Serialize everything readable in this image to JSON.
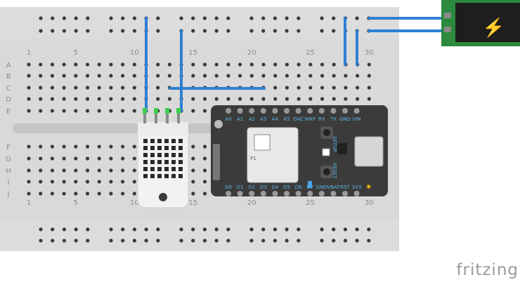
{
  "brand": "fritzing",
  "breadboard": {
    "column_numbers": [
      "1",
      "5",
      "10",
      "15",
      "20",
      "25",
      "30"
    ],
    "row_letters_top": [
      "A",
      "B",
      "C",
      "D",
      "E"
    ],
    "row_letters_bottom": [
      "F",
      "G",
      "H",
      "I",
      "J"
    ]
  },
  "board": {
    "top_pins": [
      "A0",
      "A1",
      "A2",
      "A3",
      "A4",
      "A5",
      "DAC",
      "WKP",
      "RX",
      "TX",
      "GND",
      "VIN"
    ],
    "bottom_pins": [
      "D0",
      "D1",
      "D2",
      "D3",
      "D4",
      "D5",
      "D6",
      "D7",
      "GND",
      "VBAT",
      "RST",
      "3V3"
    ],
    "module_label": "P1",
    "setup_label": "SETUP",
    "reset_label": "RESET"
  },
  "colors": {
    "breadboard": "#d9d9d9",
    "wire": "#2f7fd3",
    "board": "#3b3b3b",
    "pin_label": "#5ab4e6",
    "power_jack": "#2b8a3e"
  },
  "icons": [
    "lightning-bolt-icon"
  ]
}
